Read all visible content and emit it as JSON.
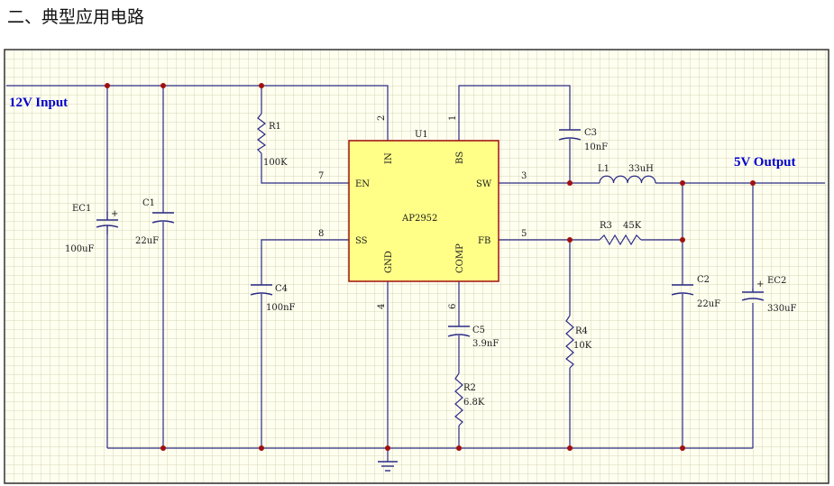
{
  "heading": "二、典型应用电路",
  "io": {
    "input": "12V Input",
    "output": "5V Output"
  },
  "ic": {
    "ref": "U1",
    "part": "AP2952",
    "pins": {
      "in": "IN",
      "bs": "BS",
      "en": "EN",
      "sw": "SW",
      "ss": "SS",
      "fb": "FB",
      "gnd": "GND",
      "comp": "COMP"
    },
    "pin_numbers": {
      "in": "2",
      "bs": "1",
      "en": "7",
      "sw": "3",
      "ss": "8",
      "fb": "5",
      "gnd": "4",
      "comp": "6"
    }
  },
  "components": {
    "ec1": {
      "ref": "EC1",
      "value": "100uF"
    },
    "c1": {
      "ref": "C1",
      "value": "22uF"
    },
    "r1": {
      "ref": "R1",
      "value": "100K"
    },
    "c4": {
      "ref": "C4",
      "value": "100nF"
    },
    "c3": {
      "ref": "C3",
      "value": "10nF"
    },
    "c5": {
      "ref": "C5",
      "value": "3.9nF"
    },
    "r2": {
      "ref": "R2",
      "value": "6.8K"
    },
    "l1": {
      "ref": "L1",
      "value": "33uH"
    },
    "r3": {
      "ref": "R3",
      "value": "45K"
    },
    "r4": {
      "ref": "R4",
      "value": "10K"
    },
    "c2": {
      "ref": "C2",
      "value": "22uF"
    },
    "ec2": {
      "ref": "EC2",
      "value": "330uF"
    }
  },
  "colors": {
    "wire": "#2a2a86",
    "junction": "#a01010",
    "ic_fill": "#ffff88",
    "ic_border": "#a01010",
    "io_text": "#0000cc",
    "grid": "#d7d4b8",
    "sheet": "#fffff0"
  }
}
